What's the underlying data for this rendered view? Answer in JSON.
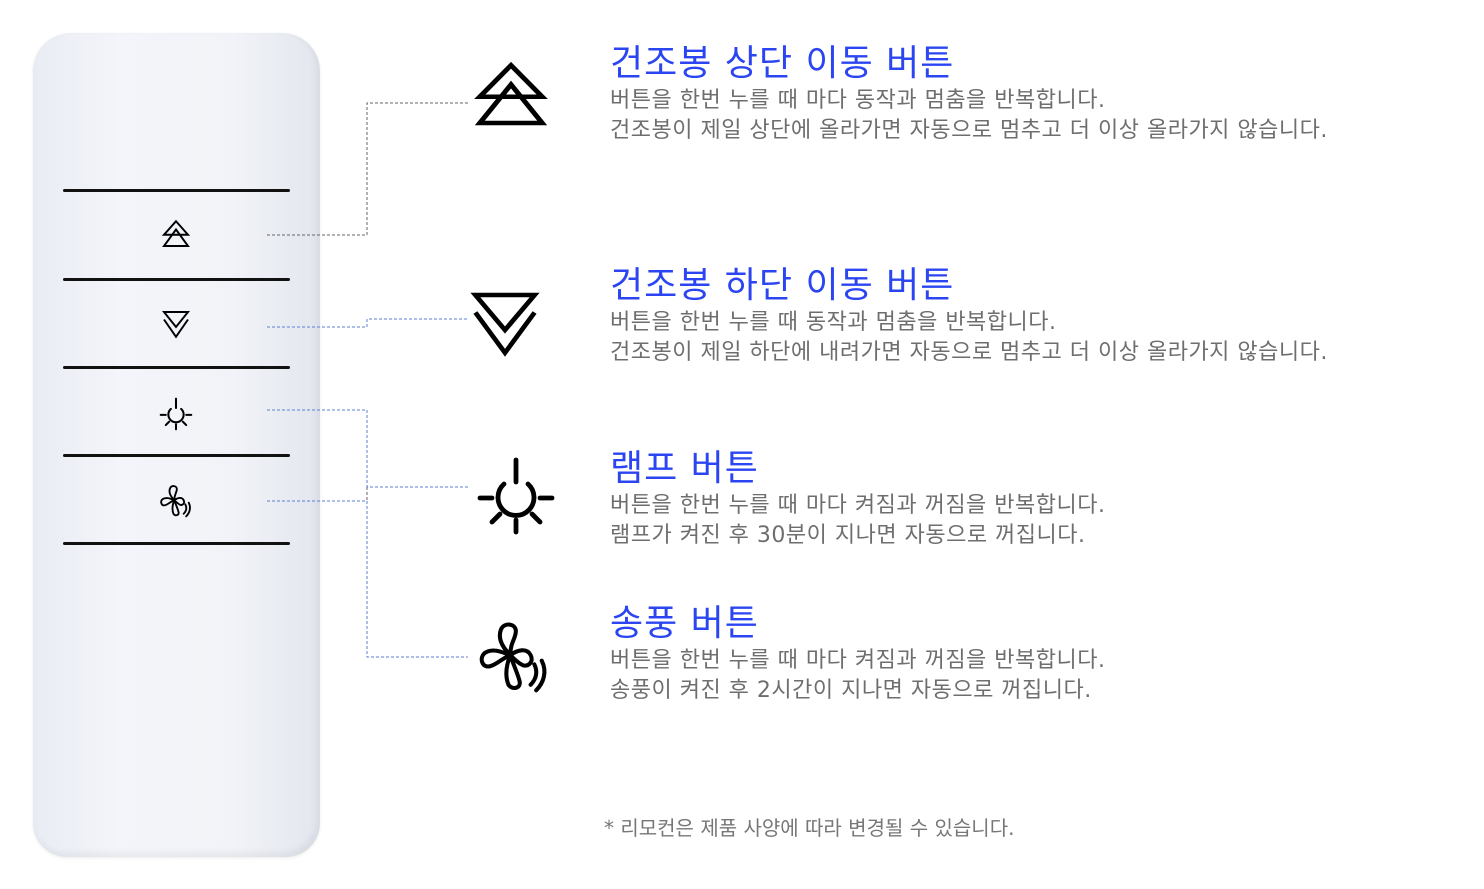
{
  "remote": {
    "buttons": [
      "arrow-up",
      "arrow-down",
      "lamp",
      "fan"
    ]
  },
  "sections": [
    {
      "title": "건조봉 상단 이동 버튼",
      "lines": [
        "버튼을 한번 누를 때 마다 동작과 멈춤을 반복합니다.",
        "건조봉이 제일 상단에 올라가면 자동으로 멈추고 더 이상 올라가지 않습니다."
      ]
    },
    {
      "title": "건조봉 하단 이동 버튼",
      "lines": [
        "버튼을 한번 누를 때 동작과 멈춤을 반복합니다.",
        "건조봉이 제일 하단에 내려가면 자동으로 멈추고 더 이상 올라가지 않습니다."
      ]
    },
    {
      "title": "램프 버튼",
      "lines": [
        "버튼을 한번 누를 때 마다 켜짐과 꺼짐을 반복합니다.",
        "램프가 켜진 후 30분이 지나면 자동으로 꺼집니다."
      ]
    },
    {
      "title": "송풍 버튼",
      "lines": [
        "버튼을 한번 누를 때 마다 켜짐과 꺼짐을 반복합니다.",
        "송풍이 켜진 후 2시간이 지나면 자동으로 꺼집니다."
      ]
    }
  ],
  "note": "* 리모컨은 제품 사양에 따라 변경될 수 있습니다.",
  "colors": {
    "title": "#2b45f2",
    "desc": "#6e6e6e",
    "connector_gray": "#666666",
    "connector_blue": "#5b7fd6"
  }
}
